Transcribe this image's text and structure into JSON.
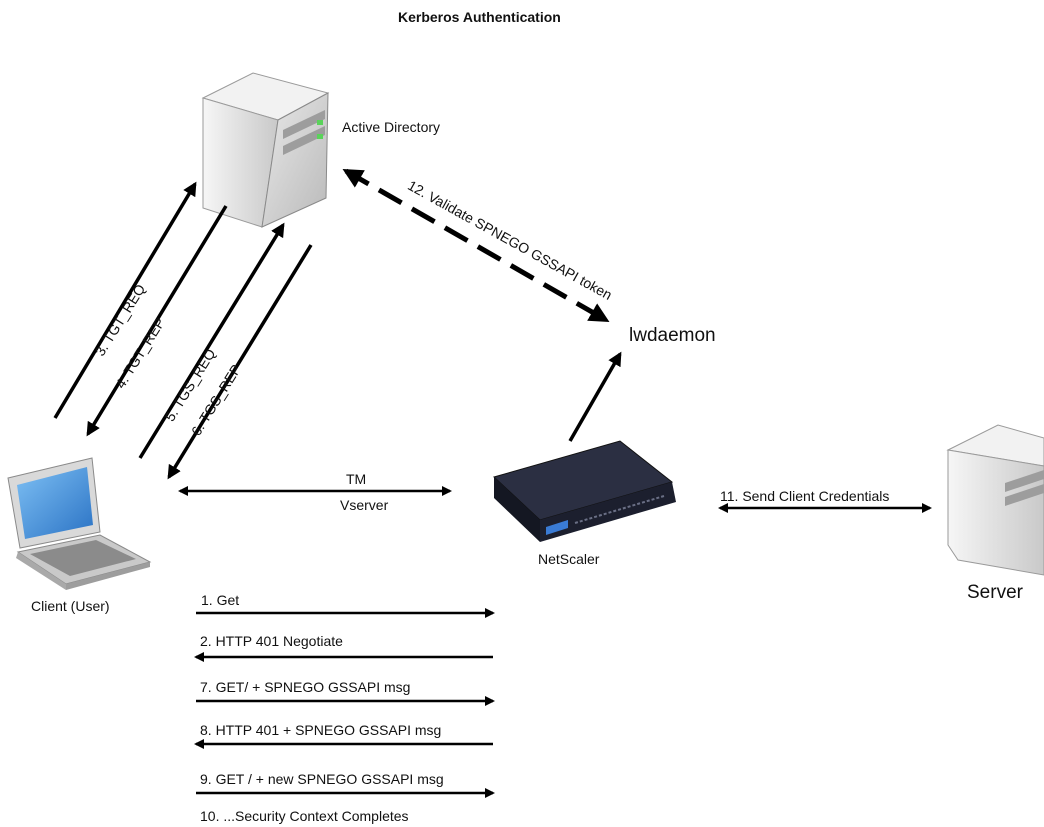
{
  "title": "Kerberos Authentication",
  "nodes": {
    "active_directory": "Active Directory",
    "lwdaemon": "lwdaemon",
    "client": "Client (User)",
    "netscaler": "NetScaler",
    "server": "Server"
  },
  "links": {
    "tm": "TM",
    "vserver": "Vserver",
    "step3": "3. TGT_REQ",
    "step4": "4. TGT_REP",
    "step5": "5. TGS_REQ",
    "step6": "6. TGS_REP",
    "step11": "11. Send Client Credentials",
    "step12": "12. Validate SPNEGO GSSAPI token"
  },
  "steps": [
    "1. Get",
    "2. HTTP 401 Negotiate",
    "7.  GET/ + SPNEGO GSSAPI msg",
    "8. HTTP 401 + SPNEGO GSSAPI msg",
    "9.  GET / + new SPNEGO GSSAPI msg",
    "10. ...Security Context Completes"
  ],
  "colors": {
    "arrow": "#000000",
    "screen": "#3f8fd8",
    "server_body": "#e3e3e3",
    "appliance": "#1c1f2e",
    "led": "#5ad35a"
  }
}
